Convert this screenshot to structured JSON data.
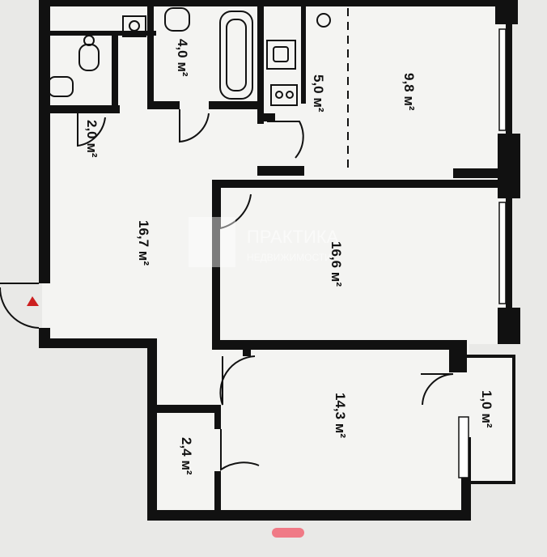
{
  "rooms": [
    {
      "id": "toilet",
      "label": "2,0 м²"
    },
    {
      "id": "bathroom",
      "label": "4,0 м²"
    },
    {
      "id": "kitchen",
      "label": "5,0 м²"
    },
    {
      "id": "room-top",
      "label": "9,8 м²"
    },
    {
      "id": "hall",
      "label": "16,7 м²"
    },
    {
      "id": "room-middle",
      "label": "16,6 м²"
    },
    {
      "id": "room-bottom",
      "label": "14,3 м²"
    },
    {
      "id": "storage",
      "label": "2,4 м²"
    },
    {
      "id": "balcony",
      "label": "1,0 м²"
    }
  ],
  "watermark": {
    "line1": "ПРАКТИКА",
    "line2": "НЕДВИЖИМОСТИ"
  },
  "colors": {
    "wall": "#111111",
    "floor": "#f4f4f2",
    "background": "#e9e9e7",
    "entrance_marker": "#cc1f1f",
    "page_mark": "#f07a86"
  }
}
